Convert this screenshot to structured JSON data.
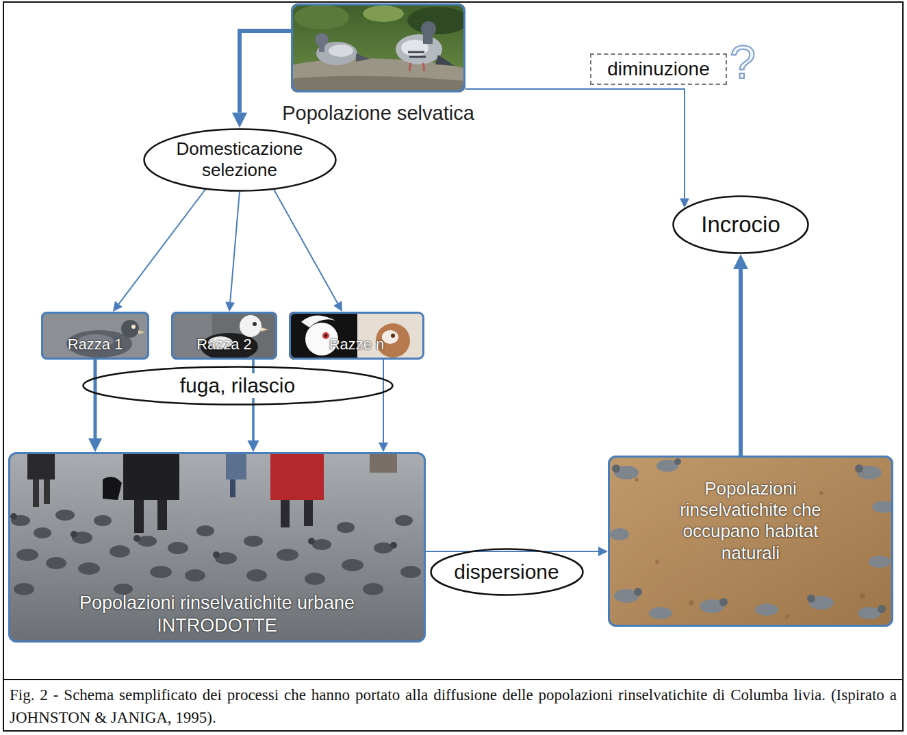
{
  "diagram": {
    "caption": "Fig. 2 - Schema semplificato dei processi che hanno portato alla diffusione delle popolazioni rinselvatichite di Columba livia. (Ispirato a JOHNSTON & JANIGA, 1995).",
    "nodes": [
      {
        "text": [
          "Popolazione selvatica"
        ]
      },
      {
        "text": [
          "diminuzione"
        ]
      },
      {
        "text": [
          "Domesticazione selezione"
        ]
      },
      {
        "text": [
          "Incrocio"
        ]
      },
      {
        "text": [
          "Razza 1"
        ]
      },
      {
        "text": [
          "Razza 2"
        ]
      },
      {
        "text": [
          "Razze n"
        ]
      },
      {
        "text": [
          "fuga, rilascio"
        ]
      },
      {
        "text": [
          "Popolazioni rinselvatichite urbane INTRODOTTE"
        ]
      },
      {
        "text": [
          "dispersione"
        ]
      },
      {
        "text": [
          "Popolazioni rinselvatichite che occupano habitat naturali"
        ]
      }
    ],
    "edges": [
      {
        "from": 0,
        "to": 2,
        "arrow": "to"
      },
      {
        "from": 0,
        "to": 3,
        "arrow": "to"
      },
      {
        "from": 2,
        "to": 4,
        "arrow": "to"
      },
      {
        "from": 2,
        "to": 5,
        "arrow": "to"
      },
      {
        "from": 2,
        "to": 6,
        "arrow": "to"
      },
      {
        "from": 4,
        "to": 8,
        "arrow": "to"
      },
      {
        "from": 5,
        "to": 8,
        "arrow": "to"
      },
      {
        "from": 6,
        "to": 8,
        "arrow": "to"
      },
      {
        "from": 8,
        "to": 10,
        "arrow": "to"
      },
      {
        "from": 10,
        "to": 3,
        "arrow": "to"
      }
    ],
    "labels": [
      "?"
    ]
  }
}
